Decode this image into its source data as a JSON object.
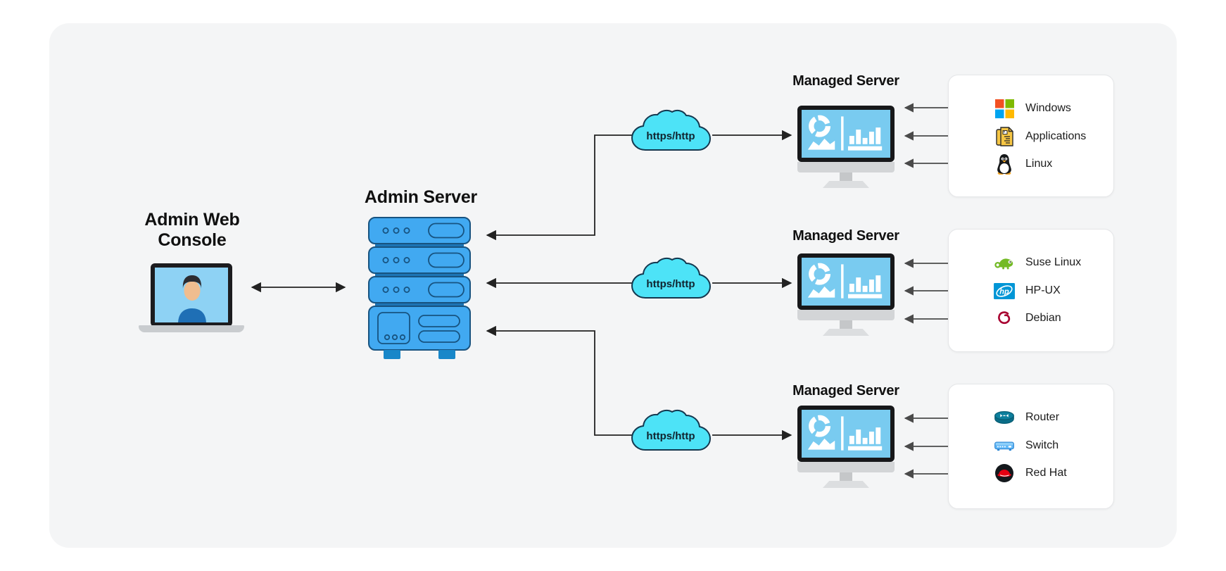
{
  "admin_web_console": {
    "label": "Admin Web Console"
  },
  "admin_server": {
    "label": "Admin Server"
  },
  "clouds": [
    {
      "label": "https/http"
    },
    {
      "label": "https/http"
    },
    {
      "label": "https/http"
    }
  ],
  "managed_servers": [
    {
      "label": "Managed Server",
      "items": [
        {
          "name": "Windows",
          "icon": "windows-icon"
        },
        {
          "name": "Applications",
          "icon": "applications-icon"
        },
        {
          "name": "Linux",
          "icon": "linux-icon"
        }
      ]
    },
    {
      "label": "Managed Server",
      "items": [
        {
          "name": "Suse Linux",
          "icon": "suse-linux-icon"
        },
        {
          "name": "HP-UX",
          "icon": "hp-ux-icon"
        },
        {
          "name": "Debian",
          "icon": "debian-icon"
        }
      ]
    },
    {
      "label": "Managed Server",
      "items": [
        {
          "name": "Router",
          "icon": "router-icon"
        },
        {
          "name": "Switch",
          "icon": "switch-icon"
        },
        {
          "name": "Red Hat",
          "icon": "red-hat-icon"
        }
      ]
    }
  ],
  "colors": {
    "panel_bg": "#f4f5f6",
    "server_blue": "#41a9f1",
    "server_outline": "#175380",
    "server_dark_band": "#1c74b5",
    "cloud_fill": "#4de3f7",
    "cloud_outline": "#14384f",
    "screen_blue": "#79cbf0",
    "connector": "#222222",
    "windows_red": "#f25022",
    "windows_green": "#7fba00",
    "windows_blue": "#00a4ef",
    "windows_yellow": "#ffb900",
    "suse_green": "#73ba25",
    "hp_blue": "#0096d6",
    "debian_red": "#a80030"
  }
}
